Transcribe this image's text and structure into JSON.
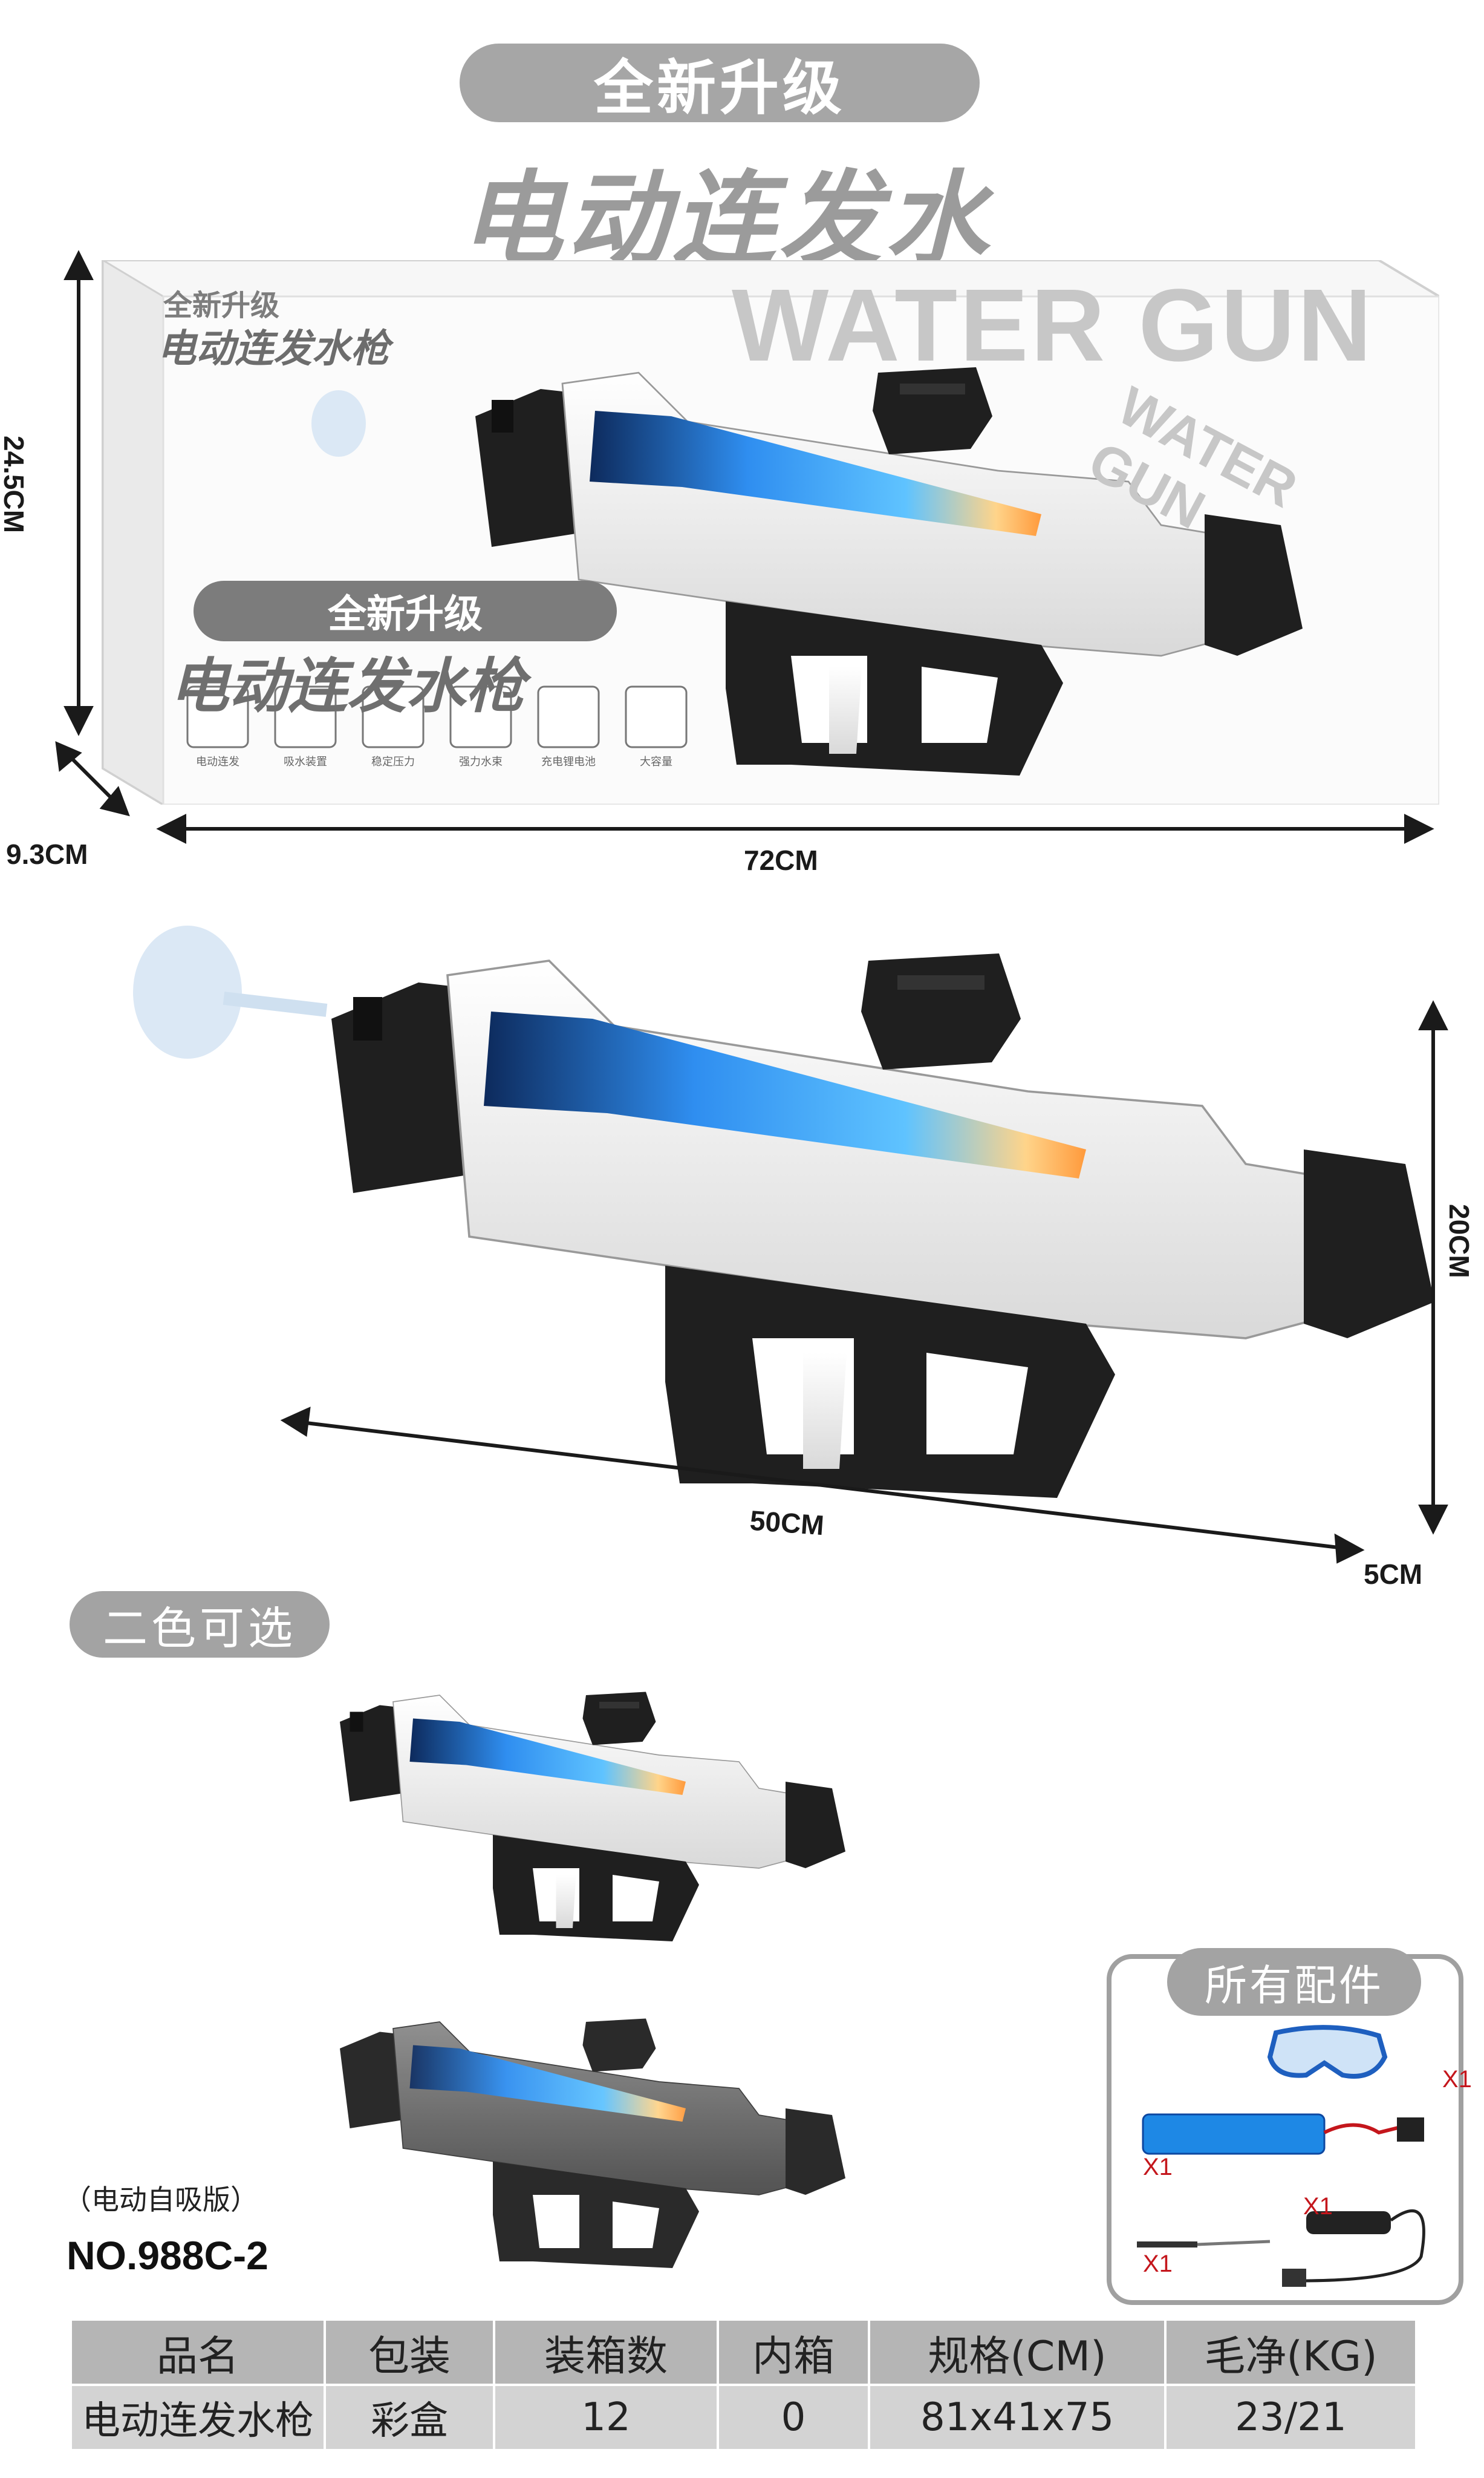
{
  "header": {
    "badge": "全新升级",
    "title": "电动连发水枪"
  },
  "box": {
    "top_badge": "全新升级",
    "top_title": "电动连发水枪",
    "big_logo": "WATER GUN",
    "side_logo": "WATER GUN",
    "mid_badge": "全新升级",
    "mid_title": "电动连发水枪",
    "features": [
      "电动连发",
      "吸水装置",
      "稳定压力",
      "强力水束",
      "充电锂电池",
      "大容量"
    ]
  },
  "dimensions": {
    "box_height": "24.5CM",
    "box_depth": "9.3CM",
    "box_length": "72CM",
    "gun_height": "20CM",
    "gun_length": "50CM",
    "gun_width": "5CM"
  },
  "variants": {
    "label": "二色可选",
    "colors": [
      "#ffffff",
      "#6f6f6f"
    ]
  },
  "product": {
    "mode": "（电动自吸版）",
    "model_no": "NO.988C-2"
  },
  "accessories": {
    "title": "所有配件",
    "qty": [
      "X1",
      "X1",
      "X1",
      "X1"
    ]
  },
  "spec_table": {
    "headers": [
      "品名",
      "包装",
      "装箱数",
      "内箱",
      "规格(CM)",
      "毛净(KG)"
    ],
    "row": [
      "电动连发水枪",
      "彩盒",
      "12",
      "0",
      "81x41x75",
      "23/21"
    ]
  },
  "colors": {
    "gray_pill": "#a6a6a6",
    "gun_black": "#1f1f1f",
    "gun_blue": "#1e88e5",
    "accent_red": "#c4161c"
  }
}
